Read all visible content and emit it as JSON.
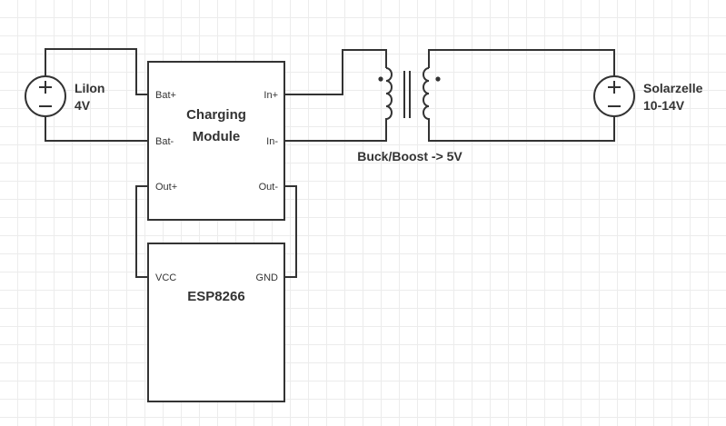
{
  "charging_module": {
    "title_line1": "Charging",
    "title_line2": "Module",
    "pins": {
      "bat_plus": "Bat+",
      "bat_minus": "Bat-",
      "in_plus": "In+",
      "in_minus": "In-",
      "out_plus": "Out+",
      "out_minus": "Out-"
    }
  },
  "esp": {
    "title": "ESP8266",
    "pins": {
      "vcc": "VCC",
      "gnd": "GND"
    }
  },
  "battery": {
    "line1": "LiIon",
    "line2": "4V"
  },
  "solar": {
    "line1": "Solarzelle",
    "line2": "10-14V"
  },
  "converter": {
    "label": "Buck/Boost -> 5V"
  }
}
